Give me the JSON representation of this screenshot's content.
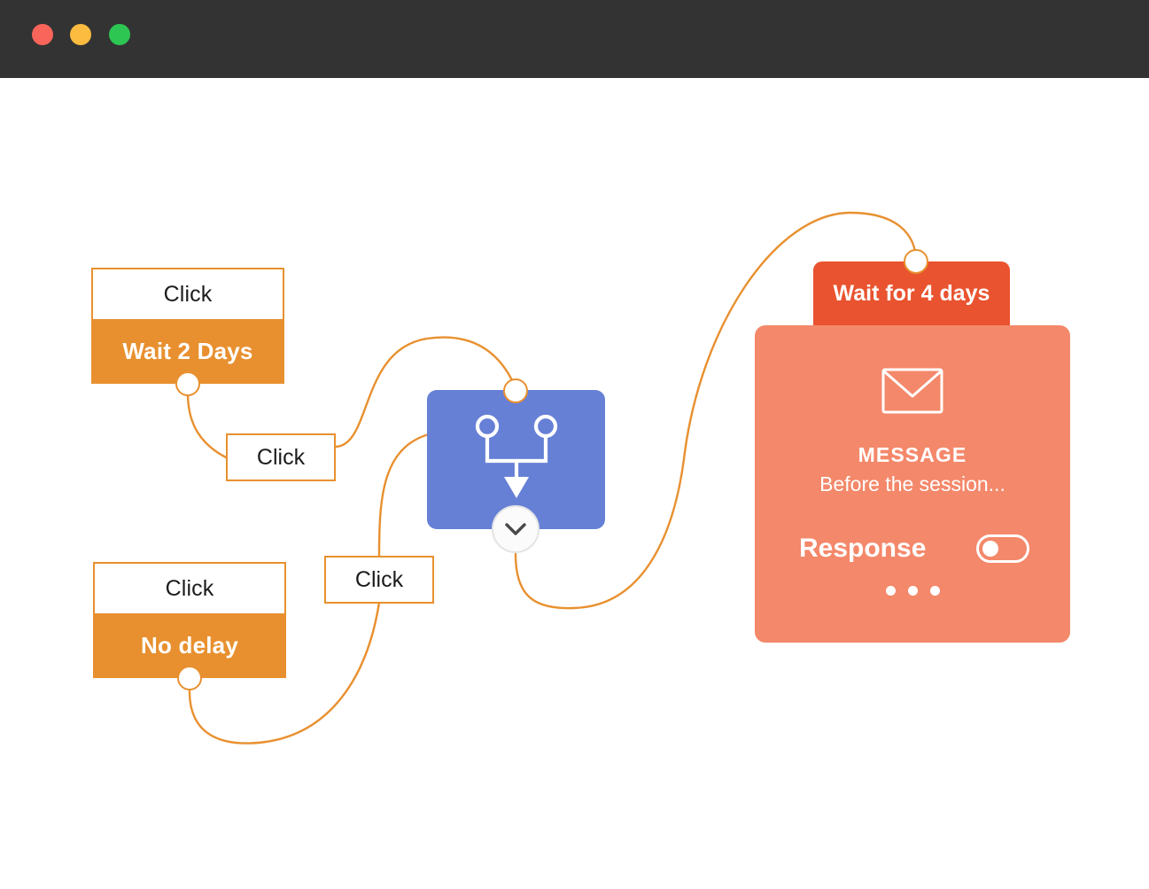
{
  "window": {
    "chrome_color": "#333333",
    "buttons": [
      {
        "name": "close",
        "color": "#F9655B"
      },
      {
        "name": "minimize",
        "color": "#FCBC40"
      },
      {
        "name": "maximize",
        "color": "#2DC653"
      }
    ]
  },
  "theme": {
    "orange": "#E8902F",
    "orange_line": "#E8902F",
    "blue": "#6680D6",
    "salmon": "#F4886A",
    "red": "#E9532F",
    "canvas": "#FFFFFF",
    "text_dark": "#1C1C1C",
    "text_light": "#FFFFFF"
  },
  "flow": {
    "delay_nodes": [
      {
        "id": "wait-2-days",
        "trigger_label": "Click",
        "delay_label": "Wait 2 Days"
      },
      {
        "id": "no-delay",
        "trigger_label": "Click",
        "delay_label": "No delay"
      }
    ],
    "click_boxes": [
      {
        "id": "click-middle",
        "label": "Click"
      },
      {
        "id": "click-lower",
        "label": "Click"
      }
    ],
    "merge_node": {
      "id": "merge",
      "icon": "merge-branches-icon",
      "expand_icon": "chevron-down-icon"
    },
    "message_node": {
      "id": "message",
      "wait_label": "Wait for 4 days",
      "icon": "envelope-icon",
      "title": "MESSAGE",
      "subtitle": "Before the session...",
      "response_label": "Response",
      "response_enabled": false,
      "more_icon": "ellipsis-icon"
    }
  }
}
